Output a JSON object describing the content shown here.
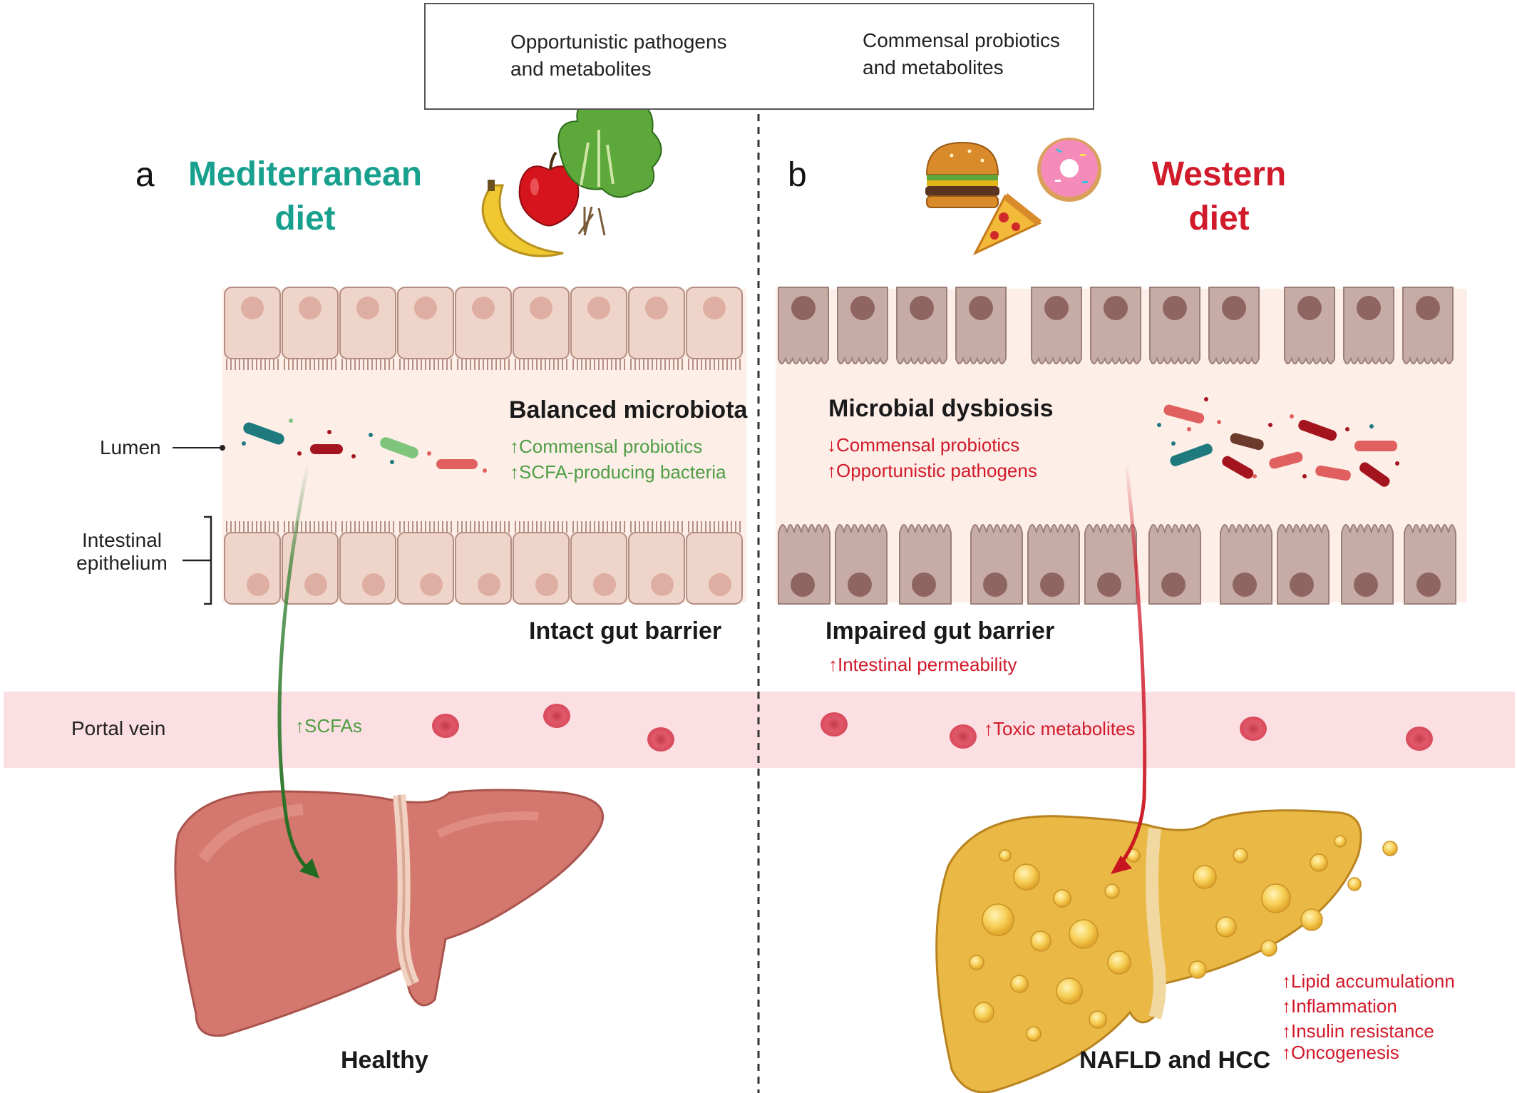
{
  "legend": {
    "pathogens_line1": "Opportunistic pathogens",
    "pathogens_line2": "and metabolites",
    "probiotics_line1": "Commensal probiotics",
    "probiotics_line2": "and metabolites"
  },
  "panel_a": {
    "letter": "a",
    "title_line1": "Mediterranean",
    "title_line2": "diet",
    "lumen_heading": "Balanced microbiota",
    "lumen_point1": "↑Commensal probiotics",
    "lumen_point2": "↑SCFA-producing bacteria",
    "barrier_label": "Intact gut barrier",
    "portal_note": "↑SCFAs",
    "liver_label": "Healthy"
  },
  "panel_b": {
    "letter": "b",
    "title_line1": "Western",
    "title_line2": "diet",
    "lumen_heading": "Microbial dysbiosis",
    "lumen_point1": "↓Commensal probiotics",
    "lumen_point2": "↑Opportunistic pathogens",
    "barrier_label": "Impaired gut barrier",
    "barrier_point": "↑Intestinal permeability",
    "portal_note": "↑Toxic metabolites",
    "liver_label": "NAFLD and HCC",
    "effects": [
      "↑Lipid accumulationn",
      "↑Inflammation",
      "↑Insulin resistance",
      "↑Oncogenesis"
    ]
  },
  "side_labels": {
    "lumen": "Lumen",
    "epithelium_line1": "Intestinal",
    "epithelium_line2": "epithelium",
    "portal_vein": "Portal vein"
  },
  "colors": {
    "mediterranean": "#18a08e",
    "western": "#d11a2a",
    "green_text": "#4e9e45",
    "lumen_bg": "#fdeee8",
    "portal_bg": "#fbdfe2",
    "healthy_liver": "#d4776e",
    "fatty_liver": "#e9b845"
  }
}
